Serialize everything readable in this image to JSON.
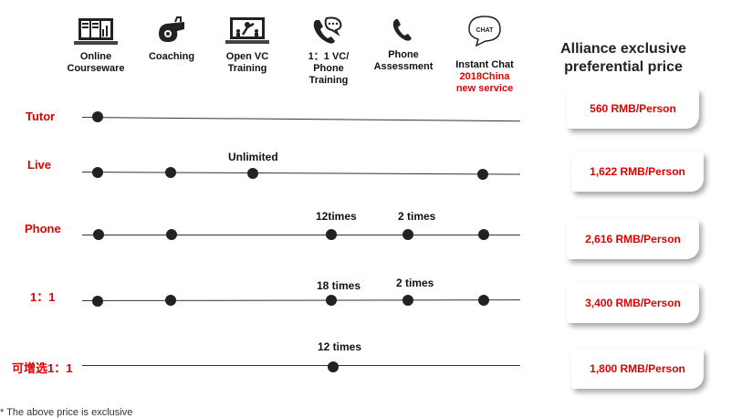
{
  "services": [
    {
      "label": "Online\nCourseware",
      "icon": "laptop-courseware-icon"
    },
    {
      "label": "Coaching",
      "icon": "whistle-icon"
    },
    {
      "label": "Open VC\nTraining",
      "icon": "classroom-screen-icon"
    },
    {
      "label": "1：1 VC/\nPhone\nTraining",
      "icon": "phone-chat-icon"
    },
    {
      "label": "Phone\nAssessment",
      "icon": "phone-icon"
    },
    {
      "label": "Instant Chat",
      "label_red": "2018China\nnew service",
      "icon": "chat-bubble-icon",
      "icon_text": "CHAT"
    }
  ],
  "price_header": "Alliance exclusive\npreferential price",
  "rows": [
    {
      "label": "Tutor",
      "price": "560 RMB/Person",
      "annotations": []
    },
    {
      "label": "Live",
      "price": "1,622 RMB/Person",
      "annotations": [
        "Unlimited"
      ]
    },
    {
      "label": "Phone",
      "price": "2,616 RMB/Person",
      "annotations": [
        "12times",
        "2 times"
      ]
    },
    {
      "label": "1：1",
      "price": "3,400 RMB/Person",
      "annotations": [
        "18 times",
        "2 times"
      ]
    },
    {
      "label": "可增选1：1",
      "price": "1,800 RMB/Person",
      "annotations": [
        "12 times"
      ]
    }
  ],
  "footnote": "* The above price is exclusive",
  "colors": {
    "accent_red": "#e00000",
    "line": "#333333",
    "dot": "#222222"
  }
}
